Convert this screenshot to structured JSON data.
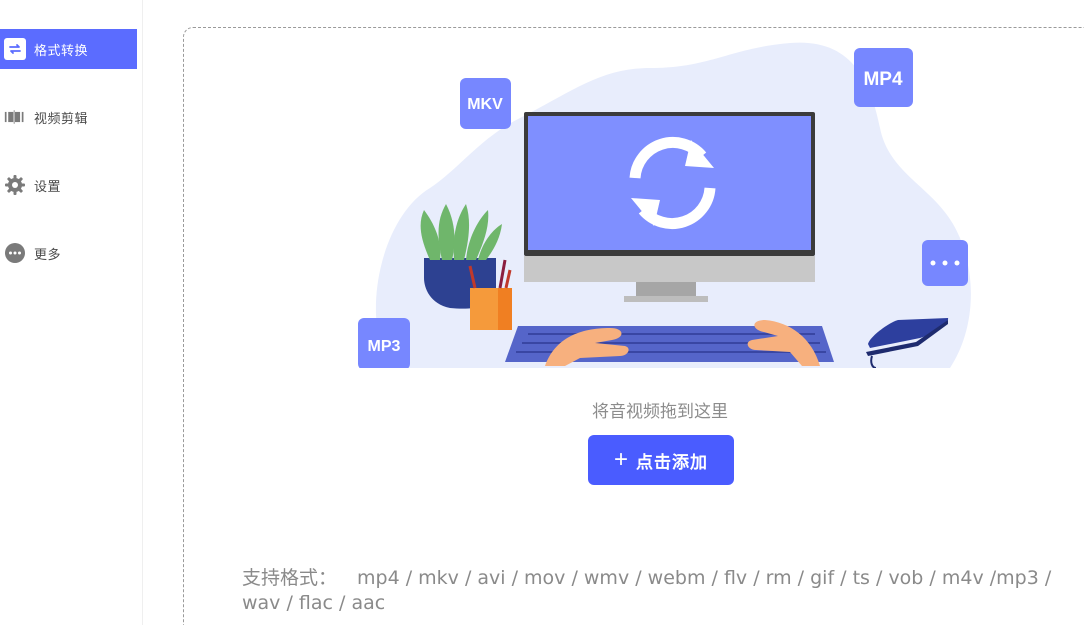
{
  "sidebar": {
    "items": [
      {
        "label": "格式转换",
        "icon": "convert-icon",
        "active": true
      },
      {
        "label": "视频剪辑",
        "icon": "film-strip-icon",
        "active": false
      },
      {
        "label": "设置",
        "icon": "gear-icon",
        "active": false
      },
      {
        "label": "更多",
        "icon": "more-icon",
        "active": false
      }
    ]
  },
  "dropzone": {
    "illustration_badges": [
      "MKV",
      "MP4",
      "MP3"
    ],
    "hint": "将音视频拖到这里",
    "add_button": {
      "label": "点击添加",
      "icon": "plus-icon"
    },
    "formats_prefix": "支持格式：",
    "formats": "mp4 / mkv / avi / mov / wmv / webm / flv / rm / gif / ts / vob / m4v  /mp3 / wav / flac / aac"
  },
  "colors": {
    "accent": "#4a5cff",
    "nav_active": "#5b6cff",
    "text_muted": "#8c8c8c"
  }
}
